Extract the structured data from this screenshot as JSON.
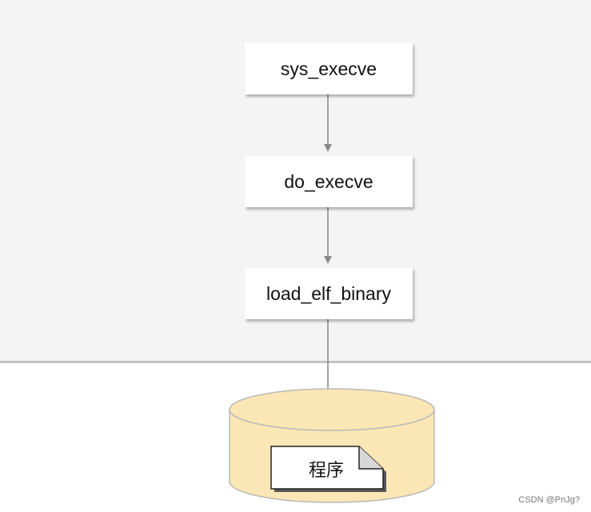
{
  "flow": {
    "nodes": [
      {
        "label": "sys_execve"
      },
      {
        "label": "do_execve"
      },
      {
        "label": "load_elf_binary"
      }
    ]
  },
  "storage": {
    "document_label": "程序"
  },
  "watermark": "CSDN @PnJg?",
  "colors": {
    "kernel_background": "#f4f4f4",
    "divider": "#c2c2c2",
    "cylinder_fill": "#fbe6b5",
    "cylinder_stroke": "#b9b9b9",
    "arrow": "#8a8a8a"
  }
}
